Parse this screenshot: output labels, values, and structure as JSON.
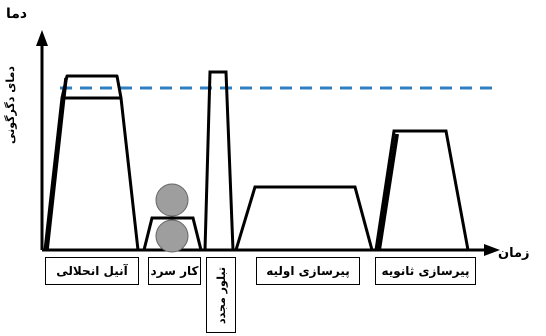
{
  "axes": {
    "y_label": "دما",
    "x_label": "زمان",
    "reference_line_label": "دمای دگرگونی"
  },
  "stages": [
    {
      "label": "آنیل انحلالی"
    },
    {
      "label": "کار سرد"
    },
    {
      "label": "تبلور مجدد"
    },
    {
      "label": "پیرسازی اولیه"
    },
    {
      "label": "پیرسازی ثانویه"
    }
  ],
  "colors": {
    "line": "#000000",
    "reference_line": "#2f7fc1",
    "roller_fill": "#9e9e9e"
  },
  "icons": {
    "rollers": "rolling-mill-rollers"
  }
}
